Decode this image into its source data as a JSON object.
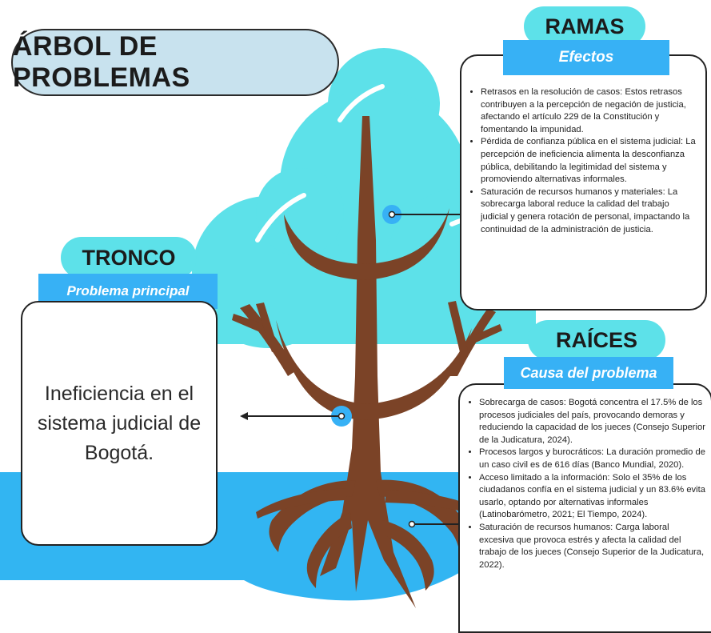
{
  "title": "ÁRBOL DE PROBLEMAS",
  "trunk": {
    "tag": "TRONCO",
    "subtag": "Problema principal",
    "text": "Ineficiencia en el sistema judicial de Bogotá."
  },
  "branches": {
    "tag": "RAMAS",
    "subtag": "Efectos",
    "items": [
      "Retrasos en la resolución de casos: Estos retrasos contribuyen a la percepción de negación de justicia, afectando el artículo 229 de la Constitución y fomentando la impunidad.",
      "Pérdida de confianza pública en el sistema judicial: La percepción de ineficiencia alimenta la desconfianza pública, debilitando la legitimidad del sistema y promoviendo alternativas informales.",
      "Saturación de recursos humanos y materiales: La sobrecarga laboral reduce la calidad del trabajo judicial y genera rotación de personal, impactando la continuidad de la administración de justicia."
    ]
  },
  "roots": {
    "tag": "RAÍCES",
    "subtag": "Causa del problema",
    "items": [
      "Sobrecarga de casos: Bogotá concentra el 17.5% de los procesos judiciales del país, provocando demoras y reduciendo la capacidad de los jueces (Consejo Superior de la Judicatura, 2024).",
      "Procesos largos y burocráticos: La duración promedio de un caso civil es de 616 días (Banco Mundial, 2020).",
      "Acceso limitado a la información: Solo el 35% de los ciudadanos confía en el sistema judicial y un 83.6% evita usarlo, optando por alternativas informales (Latinobarómetro, 2021; El Tiempo, 2024).",
      "Saturación de recursos humanos: Carga laboral excesiva que provoca estrés y afecta la calidad del trabajo de los jueces (Consejo Superior de la Judicatura, 2022)."
    ]
  },
  "colors": {
    "foliage": "#5de1e9",
    "ground": "#32b5f2",
    "trunk": "#7b4327",
    "accent_bar": "#37b1f5",
    "title_fill": "#c8e2ee"
  }
}
